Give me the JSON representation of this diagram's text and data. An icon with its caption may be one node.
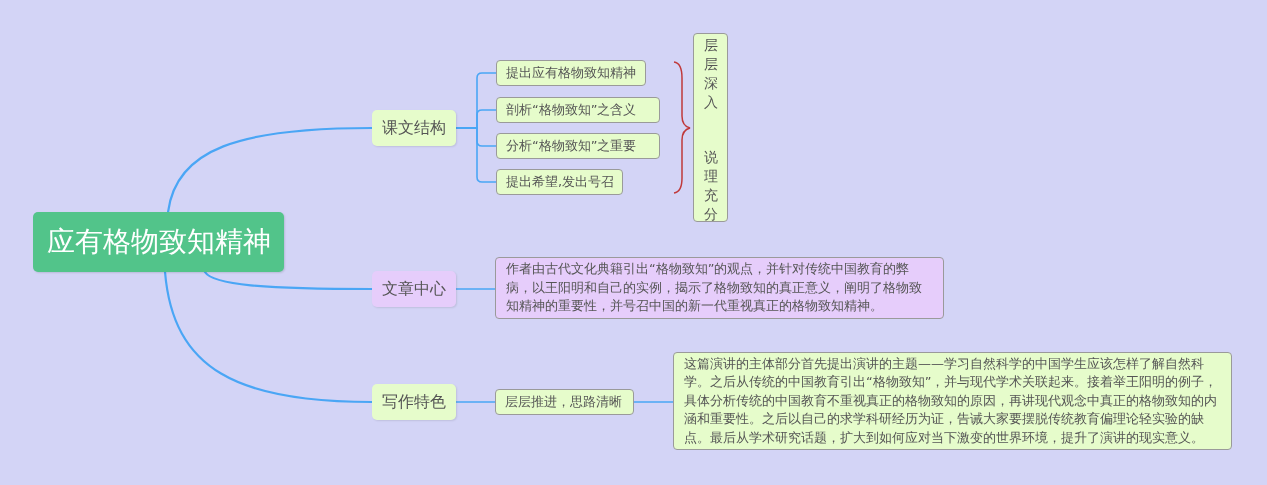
{
  "diagram": {
    "nodes": [
      {
        "text": [
          "应有格物致知精神"
        ]
      },
      {
        "text": [
          "课文结构"
        ]
      },
      {
        "text": [
          "提出应有格物致知精神"
        ]
      },
      {
        "text": [
          "剖析“格物致知”之含义"
        ]
      },
      {
        "text": [
          "分析“格物致知”之重要"
        ]
      },
      {
        "text": [
          "提出希望,发出号召"
        ]
      },
      {
        "text": [
          "层层深入",
          "说理充分"
        ]
      },
      {
        "text": [
          "文章中心"
        ]
      },
      {
        "text": [
          "作者由古代文化典籍引出“格物致知”的观点，并针对传统中国教育的弊病，以王阳明和自己的实例，揭示了格物致知的真正意义，阐明了格物致知精神的重要性，并号召中国的新一代重视真正的格物致知精神。"
        ]
      },
      {
        "text": [
          "写作特色"
        ]
      },
      {
        "text": [
          "层层推进，思路清晰"
        ]
      },
      {
        "text": [
          "这篇演讲的主体部分首先提出演讲的主题——学习自然科学的中国学生应该怎样了解自然科学。之后从传统的中国教育引出“格物致知”，并与现代学术关联起来。接着举王阳明的例子，具体分析传统的中国教育不重视真正的格物致知的原因，再讲现代观念中真正的格物致知的内涵和重要性。之后以自己的求学科研经历为证，告诫大家要摆脱传统教育偏理论轻实验的缺点。最后从学术研究话题，扩大到如何应对当下激变的世界环境，提升了演讲的现实意义。"
        ]
      }
    ],
    "edges": [
      {
        "from": 0,
        "to": 1,
        "arrow": "none"
      },
      {
        "from": 0,
        "to": 7,
        "arrow": "none"
      },
      {
        "from": 0,
        "to": 9,
        "arrow": "none"
      },
      {
        "from": 1,
        "to": 2,
        "arrow": "none"
      },
      {
        "from": 1,
        "to": 3,
        "arrow": "none"
      },
      {
        "from": 1,
        "to": 4,
        "arrow": "none"
      },
      {
        "from": 1,
        "to": 5,
        "arrow": "none"
      },
      {
        "from": 7,
        "to": 8,
        "arrow": "none"
      },
      {
        "from": 9,
        "to": 10,
        "arrow": "none"
      },
      {
        "from": 10,
        "to": 11,
        "arrow": "none"
      }
    ]
  }
}
